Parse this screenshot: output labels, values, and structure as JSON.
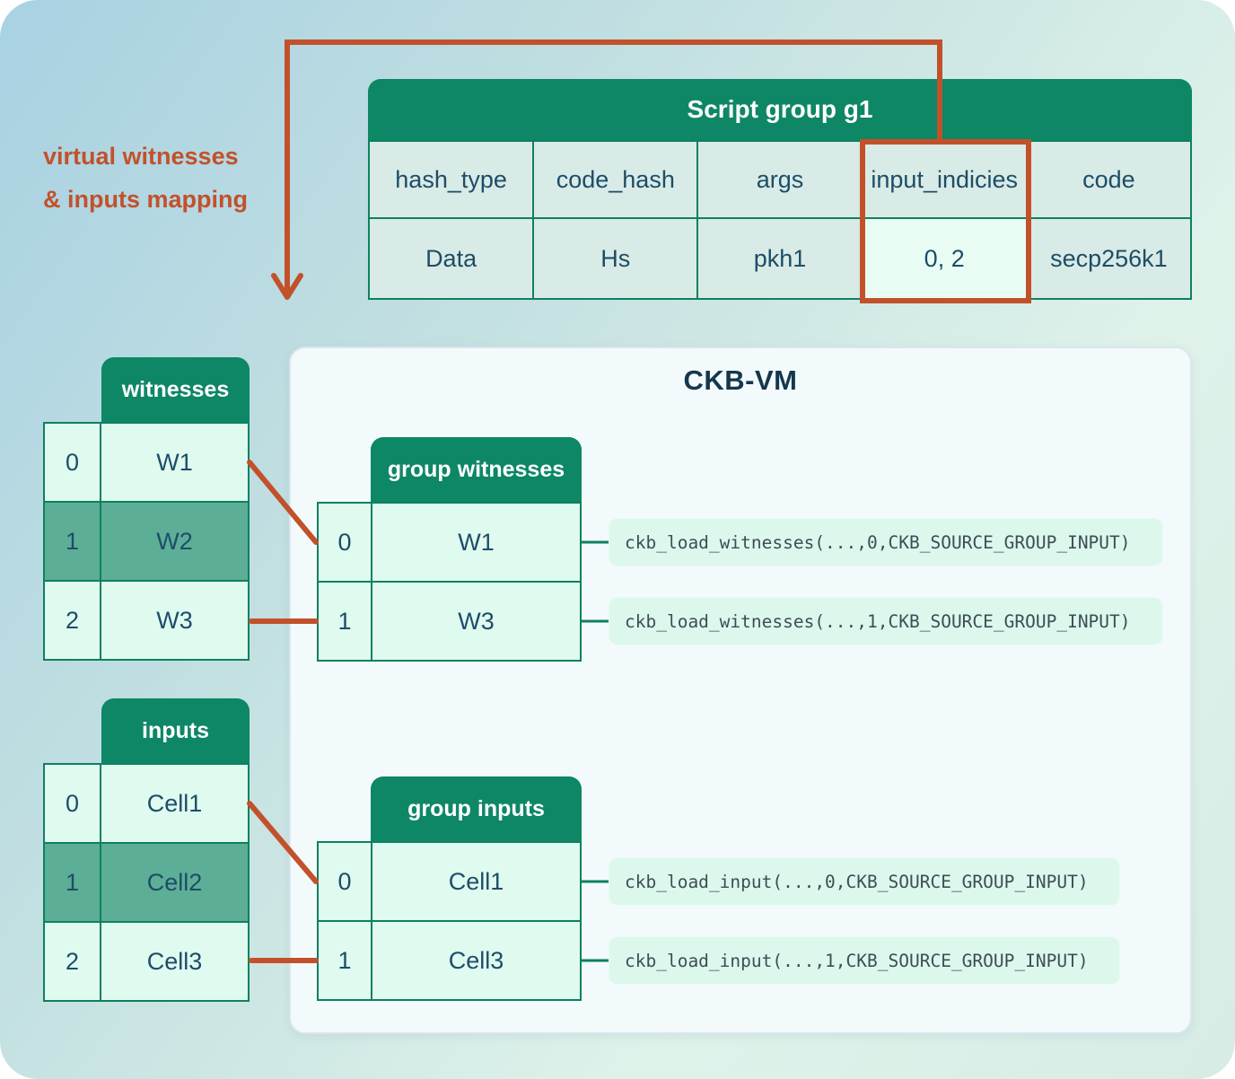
{
  "colors": {
    "header_green": "#0d8765",
    "border_green": "#0e8060",
    "mint_cell": "#dffaef",
    "highlight_cell": "#e8fcf4",
    "panel_bg": "#f3fafc",
    "accent_orange": "#c2512b",
    "text_navy": "#1d4d68"
  },
  "annotation": {
    "line1": "virtual witnesses",
    "line2": "& inputs mapping"
  },
  "script_table": {
    "title": "Script group g1",
    "columns": [
      "hash_type",
      "code_hash",
      "args",
      "input_indicies",
      "code"
    ],
    "values": [
      "Data",
      "Hs",
      "pkh1",
      "0, 2",
      "secp256k1"
    ],
    "highlighted_column": "input_indicies"
  },
  "vm": {
    "title": "CKB-VM"
  },
  "witnesses": {
    "title": "witnesses",
    "rows": [
      {
        "i": "0",
        "v": "W1"
      },
      {
        "i": "1",
        "v": "W2"
      },
      {
        "i": "2",
        "v": "W3"
      }
    ]
  },
  "inputs": {
    "title": "inputs",
    "rows": [
      {
        "i": "0",
        "v": "Cell1"
      },
      {
        "i": "1",
        "v": "Cell2"
      },
      {
        "i": "2",
        "v": "Cell3"
      }
    ]
  },
  "group_witnesses": {
    "title": "group witnesses",
    "rows": [
      {
        "i": "0",
        "v": "W1"
      },
      {
        "i": "1",
        "v": "W3"
      }
    ]
  },
  "group_inputs": {
    "title": "group inputs",
    "rows": [
      {
        "i": "0",
        "v": "Cell1"
      },
      {
        "i": "1",
        "v": "Cell3"
      }
    ]
  },
  "witness_calls": [
    "ckb_load_witnesses(...,0,CKB_SOURCE_GROUP_INPUT)",
    "ckb_load_witnesses(...,1,CKB_SOURCE_GROUP_INPUT)"
  ],
  "input_calls": [
    "ckb_load_input(...,0,CKB_SOURCE_GROUP_INPUT)",
    "ckb_load_input(...,1,CKB_SOURCE_GROUP_INPUT)"
  ]
}
